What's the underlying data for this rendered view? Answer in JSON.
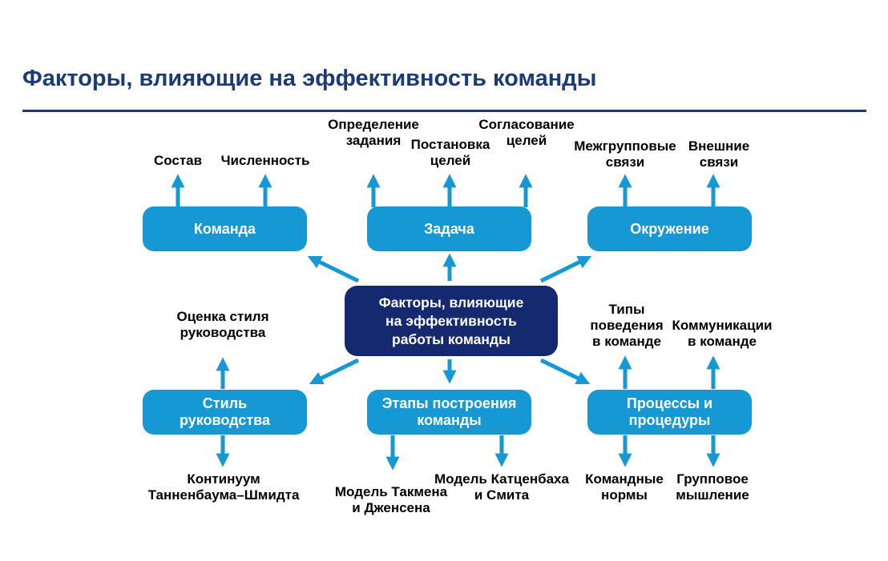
{
  "title": "Факторы, влияющие на эффективность команды",
  "colors": {
    "accent_blue": "#1598d4",
    "navy_box": "#152a6e",
    "title_navy": "#1b3a78",
    "label_text": "#000000",
    "box_text": "#ffffff"
  },
  "center_node": {
    "label": "Факторы, влияющие\nна эффективность\nработы команды"
  },
  "nodes": {
    "team": {
      "label": "Команда"
    },
    "task": {
      "label": "Задача"
    },
    "environment": {
      "label": "Окружение"
    },
    "leadership_style": {
      "label": "Стиль\nруководства"
    },
    "team_building_stages": {
      "label": "Этапы построения\nкоманды"
    },
    "processes": {
      "label": "Процессы и\nпроцедуры"
    }
  },
  "factor_labels": {
    "team": [
      "Состав",
      "Численность"
    ],
    "task": [
      "Определение\nзадания",
      "Постановка\nцелей",
      "Согласование\nцелей"
    ],
    "environment": [
      "Межгрупповые\nсвязи",
      "Внешние\nсвязи"
    ],
    "leadership_top": [
      "Оценка стиля\nруководства"
    ],
    "leadership_bottom": [
      "Континуум\nТанненбаума–Шмидта"
    ],
    "team_building_bottom": [
      "Модель Такмена\nи Дженсена",
      "Модель Катценбаха\nи Смита"
    ],
    "processes_top": [
      "Типы\nповедения\nв команде",
      "Коммуникации\nв команде"
    ],
    "processes_bottom": [
      "Командные\nнормы",
      "Групповое\nмышление"
    ]
  }
}
